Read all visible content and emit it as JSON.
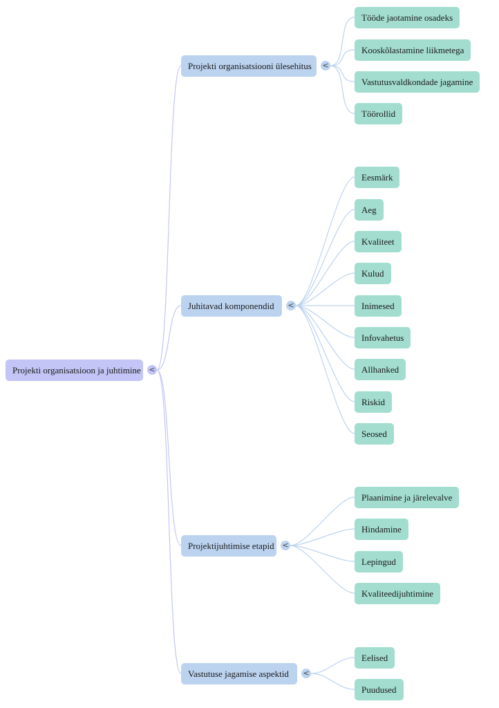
{
  "colors": {
    "root": "#c2c5f6",
    "branch": "#bcd3f0",
    "leaf": "#a3ddd0",
    "root_link": "#c2c5f6",
    "branch_link": "#bcd3f0"
  },
  "toggle_glyph": "<",
  "mindmap": {
    "root": "Projekti organisatsioon ja juhtimine",
    "branches": [
      {
        "label": "Projekti organisatsiooni ülesehitus",
        "children": [
          "Tööde jaotamine osadeks",
          "Kooskõlastamine liikmetega",
          "Vastutusvaldkondade jagamine",
          "Töörollid"
        ]
      },
      {
        "label": "Juhitavad komponendid",
        "children": [
          "Eesmärk",
          "Aeg",
          "Kvaliteet",
          "Kulud",
          "Inimesed",
          "Infovahetus",
          "Allhanked",
          "Riskid",
          "Seosed"
        ]
      },
      {
        "label": "Projektijuhtimise etapid",
        "children": [
          "Plaanimine ja järelevalve",
          "Hindamine",
          "Lepingud",
          "Kvaliteedijuhtimine"
        ]
      },
      {
        "label": "Vastutuse jagamise aspektid",
        "children": [
          "Eelised",
          "Puudused"
        ]
      }
    ]
  }
}
